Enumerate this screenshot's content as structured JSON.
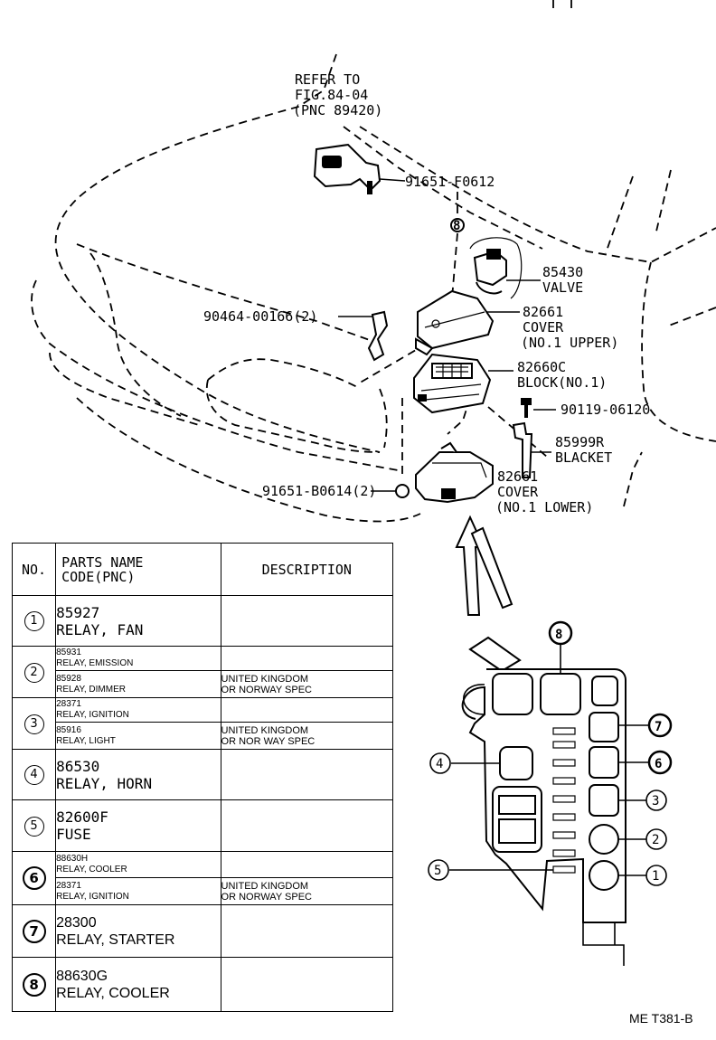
{
  "callouts": {
    "refer_line1": "REFER TO",
    "refer_line2": "FIG.84-04",
    "refer_line3": "(PNC 89420)",
    "bolt_91651_f0612": "91651-F0612",
    "valve_code": "85430",
    "valve_name": "VALVE",
    "nut_90464": "90464-00166(2)",
    "cover_upper_code": "82661",
    "cover_upper_name": "COVER",
    "cover_upper_spec": "(NO.1 UPPER)",
    "block_code": "82660C",
    "block_name": "BLOCK(NO.1)",
    "screw_90119": "90119-06120",
    "bracket_code": "85999R",
    "bracket_name": "BLACKET",
    "bolt_91651_b0614": "91651-B0614(2)",
    "cover_lower_code": "82661",
    "cover_lower_name": "COVER",
    "cover_lower_spec": "(NO.1 LOWER)"
  },
  "table": {
    "header": {
      "no": "NO.",
      "pnc_line1": "PARTS NAME",
      "pnc_line2": "CODE(PNC)",
      "description": "DESCRIPTION"
    },
    "rows": [
      {
        "no": "1",
        "entries": [
          {
            "code": "85927",
            "name": "RELAY, FAN",
            "desc1": "",
            "desc2": ""
          }
        ]
      },
      {
        "no": "2",
        "entries": [
          {
            "code": "85931",
            "name": "RELAY, EMISSION",
            "desc1": "",
            "desc2": ""
          },
          {
            "code": "85928",
            "name": "RELAY, DIMMER",
            "desc1": "UNITED KINGDOM",
            "desc2": "OR NORWAY SPEC"
          }
        ]
      },
      {
        "no": "3",
        "entries": [
          {
            "code": "28371",
            "name": "RELAY, IGNITION",
            "desc1": "",
            "desc2": ""
          },
          {
            "code": "85916",
            "name": "RELAY, LIGHT",
            "desc1": "UNITED KINGDOM",
            "desc2": "OR NOR WAY SPEC"
          }
        ]
      },
      {
        "no": "4",
        "entries": [
          {
            "code": "86530",
            "name": "RELAY, HORN",
            "desc1": "",
            "desc2": ""
          }
        ]
      },
      {
        "no": "5",
        "entries": [
          {
            "code": "82600F",
            "name": "FUSE",
            "desc1": "",
            "desc2": ""
          }
        ]
      },
      {
        "no": "6",
        "entries": [
          {
            "code": "88630H",
            "name": "RELAY, COOLER",
            "desc1": "",
            "desc2": ""
          },
          {
            "code": "28371",
            "name": "RELAY, IGNITION",
            "desc1": "UNITED KINGDOM",
            "desc2": "OR NORWAY SPEC"
          }
        ]
      },
      {
        "no": "7",
        "entries": [
          {
            "code": "28300",
            "name": "RELAY, STARTER",
            "desc1": "",
            "desc2": ""
          }
        ]
      },
      {
        "no": "8",
        "entries": [
          {
            "code": "88630G",
            "name": "RELAY, COOLER",
            "desc1": "",
            "desc2": ""
          }
        ]
      }
    ]
  },
  "block_markers": [
    "1",
    "2",
    "3",
    "4",
    "5",
    "6",
    "7",
    "8"
  ],
  "bolt_marker": "8",
  "footer_code": "ME T381-B"
}
